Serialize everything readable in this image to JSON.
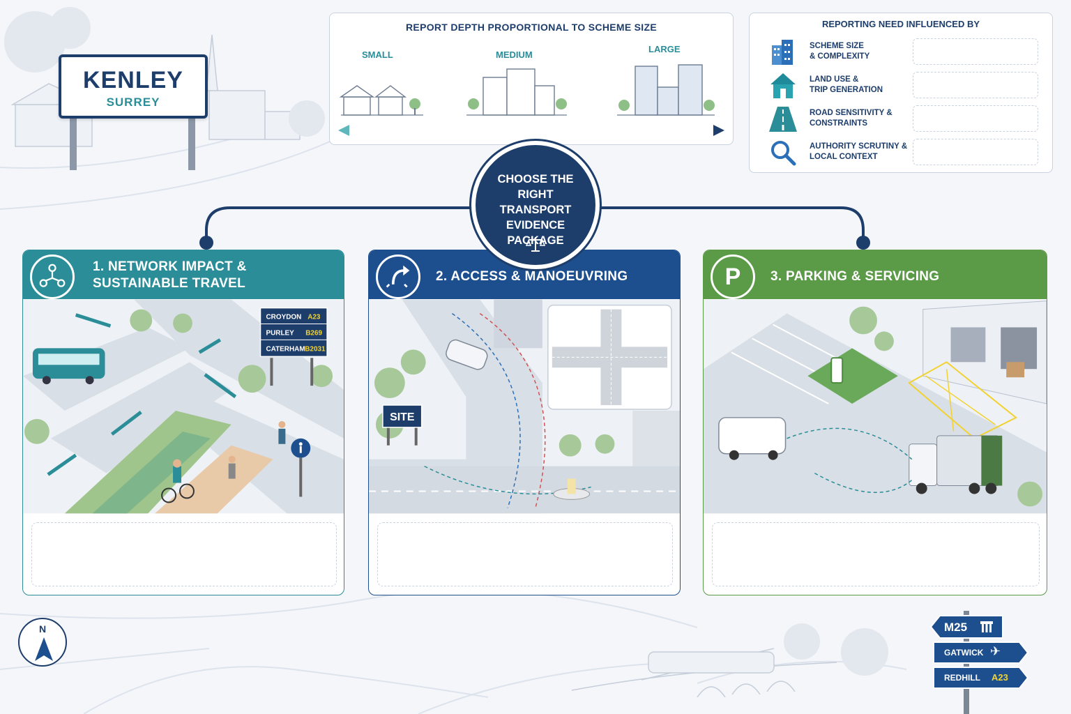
{
  "town_sign": {
    "name": "KENLEY",
    "county": "SURREY"
  },
  "depth": {
    "title": "REPORT DEPTH PROPORTIONAL TO SCHEME SIZE",
    "sizes": [
      "SMALL",
      "MEDIUM",
      "LARGE"
    ]
  },
  "influence": {
    "title": "REPORTING NEED INFLUENCED BY",
    "items": [
      {
        "label": "SCHEME SIZE\n& COMPLEXITY",
        "icon": "buildings-icon"
      },
      {
        "label": "LAND USE &\nTRIP GENERATION",
        "icon": "house-icon"
      },
      {
        "label": "ROAD SENSITIVITY &\nCONSTRAINTS",
        "icon": "road-icon"
      },
      {
        "label": "AUTHORITY SCRUTINY &\nLOCAL CONTEXT",
        "icon": "magnifier-icon"
      }
    ]
  },
  "hub": {
    "text": "CHOOSE THE\nRIGHT TRANSPORT\nEVIDENCE\nPACKAGE",
    "icon": "scales-icon"
  },
  "cards": [
    {
      "title": "1.  NETWORK IMPACT &\nSUSTAINABLE TRAVEL",
      "icon": "network-icon",
      "color": "#2a8d98"
    },
    {
      "title": "2. ACCESS & MANOEUVRING",
      "icon": "turn-arrow-icon",
      "color": "#1d4f8f"
    },
    {
      "title": "3. PARKING & SERVICING",
      "icon": "parking-icon",
      "icon_text": "P",
      "color": "#5b9a47"
    }
  ],
  "road_signs": {
    "destinations": [
      {
        "place": "CROYDON",
        "ref": "A23"
      },
      {
        "place": "PURLEY",
        "ref": "B269"
      },
      {
        "place": "CATERHAM",
        "ref": "B2031"
      }
    ],
    "site": "SITE"
  },
  "compass": {
    "label": "N"
  },
  "motorway_signs": [
    {
      "place": "M25",
      "icon": "motorway-icon"
    },
    {
      "place": "GATWICK",
      "icon": "plane-icon"
    },
    {
      "place": "REDHILL",
      "ref": "A23"
    }
  ],
  "colors": {
    "navy": "#1d3d6b",
    "teal": "#2a8d98",
    "blue": "#1d4f8f",
    "green": "#5b9a47"
  }
}
